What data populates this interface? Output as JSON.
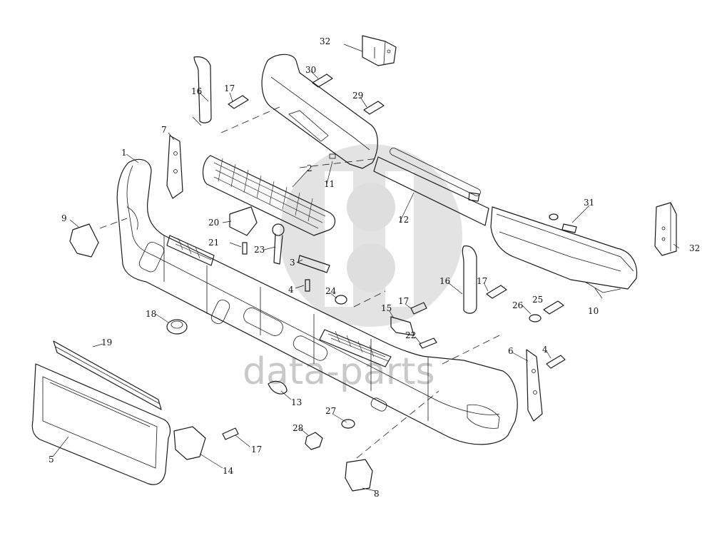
{
  "watermark": {
    "text": "data-parts",
    "color": "#c9c9c9"
  },
  "callouts": [
    {
      "id": "c32a",
      "label": "32"
    },
    {
      "id": "c30",
      "label": "30"
    },
    {
      "id": "c29",
      "label": "29"
    },
    {
      "id": "c16a",
      "label": "16"
    },
    {
      "id": "c17a",
      "label": "17"
    },
    {
      "id": "c7",
      "label": "7"
    },
    {
      "id": "c1",
      "label": "1"
    },
    {
      "id": "c2",
      "label": "2"
    },
    {
      "id": "c11",
      "label": "11"
    },
    {
      "id": "c12",
      "label": "12"
    },
    {
      "id": "c31",
      "label": "31"
    },
    {
      "id": "c32b",
      "label": "32"
    },
    {
      "id": "c9",
      "label": "9"
    },
    {
      "id": "c20",
      "label": "20"
    },
    {
      "id": "c21",
      "label": "21"
    },
    {
      "id": "c23",
      "label": "23"
    },
    {
      "id": "c3",
      "label": "3"
    },
    {
      "id": "c4a",
      "label": "4"
    },
    {
      "id": "c24",
      "label": "24"
    },
    {
      "id": "c16b",
      "label": "16"
    },
    {
      "id": "c17b",
      "label": "17"
    },
    {
      "id": "c26",
      "label": "26"
    },
    {
      "id": "c25",
      "label": "25"
    },
    {
      "id": "c10",
      "label": "10"
    },
    {
      "id": "c18",
      "label": "18"
    },
    {
      "id": "c17c",
      "label": "17"
    },
    {
      "id": "c15",
      "label": "15"
    },
    {
      "id": "c22",
      "label": "22"
    },
    {
      "id": "c6",
      "label": "6"
    },
    {
      "id": "c4b",
      "label": "4"
    },
    {
      "id": "c19",
      "label": "19"
    },
    {
      "id": "c13",
      "label": "13"
    },
    {
      "id": "c27",
      "label": "27"
    },
    {
      "id": "c28",
      "label": "28"
    },
    {
      "id": "c5",
      "label": "5"
    },
    {
      "id": "c17d",
      "label": "17"
    },
    {
      "id": "c14",
      "label": "14"
    },
    {
      "id": "c8",
      "label": "8"
    }
  ]
}
